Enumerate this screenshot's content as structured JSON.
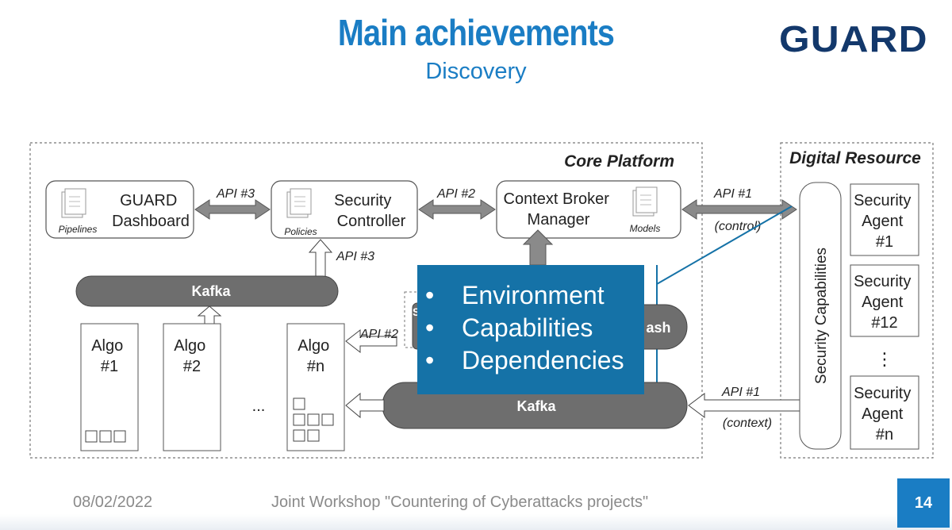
{
  "slide": {
    "title": "Main achievements",
    "subtitle": "Discovery",
    "logo": "GUARD"
  },
  "diagram": {
    "core_platform": "Core Platform",
    "digital_resource": "Digital Resource",
    "guard_dashboard": [
      "GUARD",
      "Dashboard"
    ],
    "pipelines": "Pipelines",
    "security_controller": [
      "Security",
      "Controller"
    ],
    "policies": "Policies",
    "context_broker": [
      "Context Broker",
      "Manager"
    ],
    "models": "Models",
    "api3_top": "API #3",
    "api2_top": "API #2",
    "api1_top": "API #1",
    "control": "(control)",
    "api3_mid": "API #3",
    "kafka_top": "Kafka",
    "kafka_bottom": "Kafka",
    "hidden_box_fragment": "ash",
    "hidden_box_letter": "S",
    "api2_mid": "API #2",
    "api1_bottom": "API #1",
    "context": "(context)",
    "algo1": [
      "Algo",
      "#1"
    ],
    "algo2": [
      "Algo",
      "#2"
    ],
    "algon": [
      "Algo",
      "#n"
    ],
    "ellipsis": "...",
    "security_capabilities": "Security Capabilities",
    "agent1": [
      "Security",
      "Agent",
      "#1"
    ],
    "agent12": [
      "Security",
      "Agent",
      "#12"
    ],
    "agents_ellipsis": "⋮",
    "agentn": [
      "Security",
      "Agent",
      "#n"
    ]
  },
  "overlay": {
    "bullet": "•",
    "items": [
      "Environment",
      "Capabilities",
      "Dependencies"
    ]
  },
  "footer": {
    "date": "08/02/2022",
    "text": "Joint Workshop \"Countering of Cyberattacks projects\"",
    "page": "14"
  },
  "colors": {
    "accent": "#1a7dc4",
    "overlay": "#1572a7",
    "logo": "#13386b",
    "kafka": "#6e6e6e"
  }
}
